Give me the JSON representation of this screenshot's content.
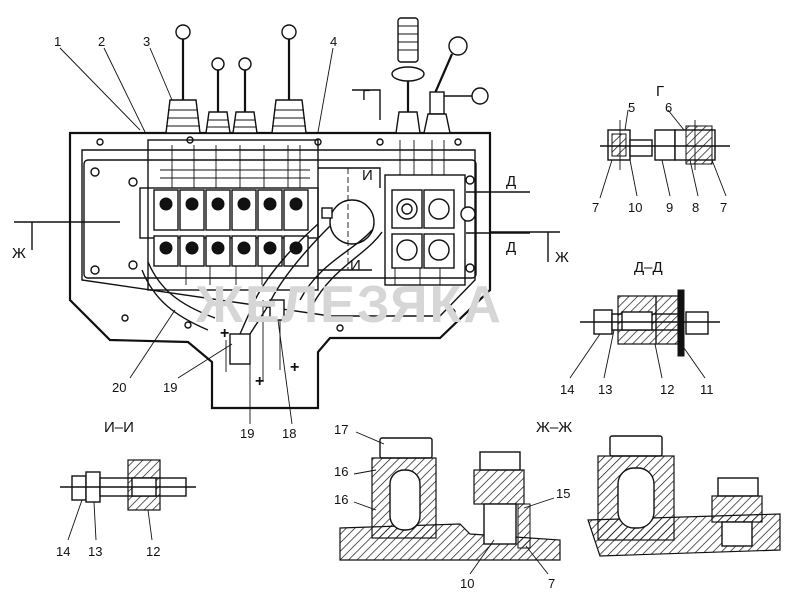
{
  "watermark": "ЖЕЛЕЗЯКА",
  "section_labels": {
    "g": "Г",
    "d": "Д",
    "i": "И",
    "zh": "Ж",
    "dd": "Д–Д",
    "ii": "И–И",
    "zhzh": "Ж–Ж"
  },
  "signs": {
    "plus": "+"
  },
  "callouts": {
    "main_top": [
      "1",
      "2",
      "3",
      "4"
    ],
    "main_bottom": [
      "20",
      "19",
      "19",
      "18"
    ],
    "g_view": [
      "5",
      "6",
      "7",
      "10",
      "9",
      "8",
      "7"
    ],
    "dd_view": [
      "14",
      "13",
      "12",
      "11"
    ],
    "ii_view": [
      "14",
      "13",
      "12"
    ],
    "zhzh_view": [
      "17",
      "16",
      "16",
      "15",
      "10",
      "7"
    ]
  },
  "colors": {
    "ink": "#111111",
    "paper": "#ffffff",
    "watermark": "#d6d6d6"
  }
}
